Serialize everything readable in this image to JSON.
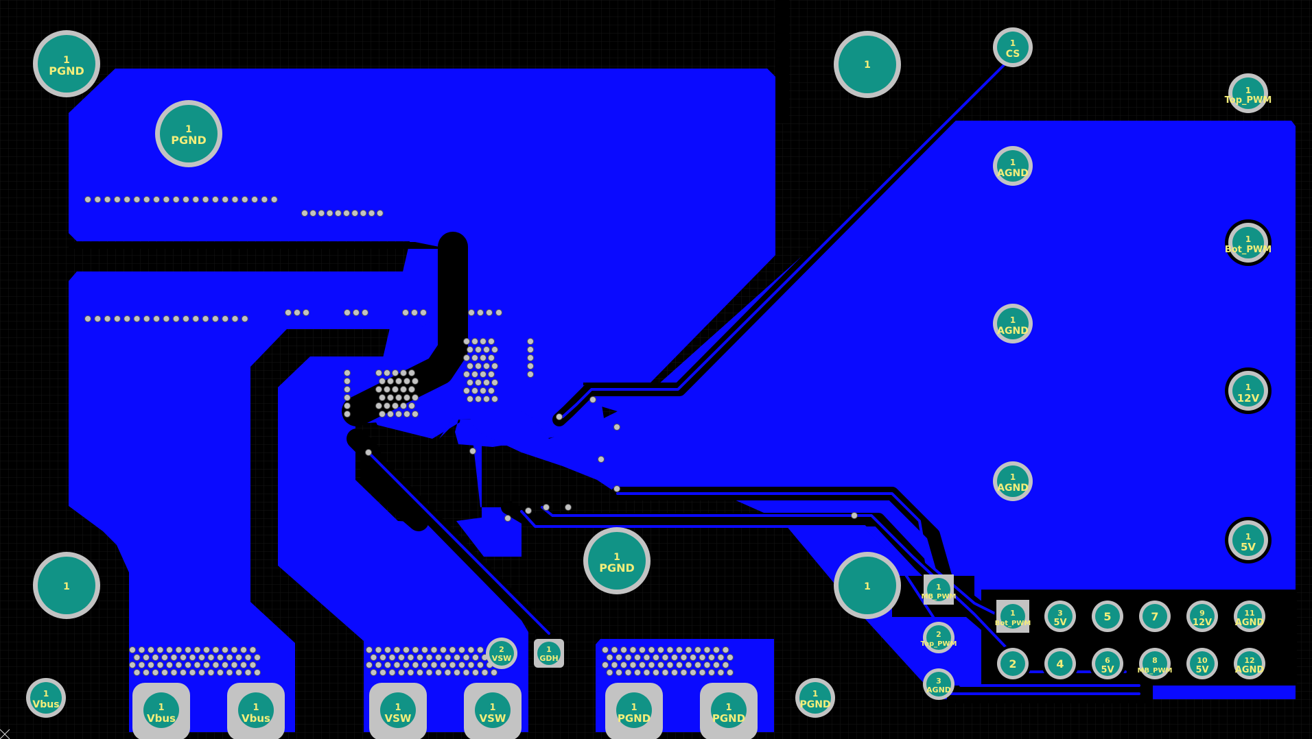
{
  "colors": {
    "background": "#000000",
    "grid": "#161616",
    "copper": "#0a0aff",
    "pad": "#119386",
    "pad_ring": "#c3c3c3",
    "label": "#f4ee7a"
  },
  "pads": {
    "top_left_pgnd": {
      "num": "1",
      "label": "PGND"
    },
    "left_pgnd": {
      "num": "1",
      "label": "PGND"
    },
    "mount_top_mid": {
      "num": "1",
      "label": ""
    },
    "cs": {
      "num": "1",
      "label": "CS"
    },
    "top_pwm_right": {
      "num": "1",
      "label": "Top_PWM"
    },
    "agnd_1": {
      "num": "1",
      "label": "AGND"
    },
    "agnd_2": {
      "num": "1",
      "label": "AGND"
    },
    "agnd_3": {
      "num": "1",
      "label": "AGND"
    },
    "bot_pwm_right": {
      "num": "1",
      "label": "Bot_PWM"
    },
    "v12_right": {
      "num": "1",
      "label": "12V"
    },
    "v5_right": {
      "num": "1",
      "label": "5V"
    },
    "mount_bottom_left": {
      "num": "1",
      "label": ""
    },
    "center_pgnd": {
      "num": "1",
      "label": "PGND"
    },
    "mount_bottom_mid": {
      "num": "1",
      "label": ""
    },
    "vbus_small": {
      "num": "1",
      "label": "Vbus"
    },
    "vbus_a": {
      "num": "1",
      "label": "Vbus"
    },
    "vbus_b": {
      "num": "1",
      "label": "Vbus"
    },
    "vsw_a": {
      "num": "1",
      "label": "VSW"
    },
    "vsw_b": {
      "num": "1",
      "label": "VSW"
    },
    "vsw_2": {
      "num": "2",
      "label": "VSW"
    },
    "gdh": {
      "num": "1",
      "label": "GDH"
    },
    "pgnd_a": {
      "num": "1",
      "label": "PGND"
    },
    "pgnd_b": {
      "num": "1",
      "label": "PGND"
    },
    "pgnd_small": {
      "num": "1",
      "label": "PGND"
    },
    "mb_pwm": {
      "num": "1",
      "label": "MB_PWM"
    },
    "top_pwm_2": {
      "num": "2",
      "label": "Top_PWM"
    },
    "agnd_3_small": {
      "num": "3",
      "label": "AGND"
    }
  },
  "connector": [
    {
      "num": "1",
      "label": "Bot_PWM"
    },
    {
      "num": "3",
      "label": "5V"
    },
    {
      "num": "5",
      "label": ""
    },
    {
      "num": "7",
      "label": ""
    },
    {
      "num": "9",
      "label": "12V"
    },
    {
      "num": "11",
      "label": "AGND"
    },
    {
      "num": "2",
      "label": ""
    },
    {
      "num": "4",
      "label": ""
    },
    {
      "num": "6",
      "label": "5V"
    },
    {
      "num": "8",
      "label": "MB_PWM"
    },
    {
      "num": "10",
      "label": "5V"
    },
    {
      "num": "12",
      "label": "AGND"
    }
  ]
}
